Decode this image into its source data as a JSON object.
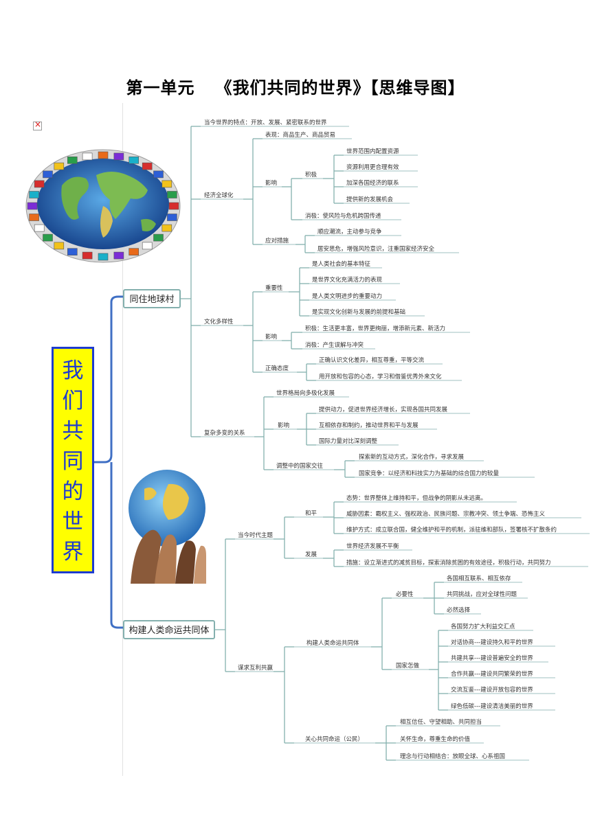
{
  "title_part1": "第一单元",
  "title_part2": "《我们共同的世界》【思维导图】",
  "broken_image_icon": "broken-image-icon",
  "central_chars": [
    "我",
    "们",
    "共",
    "同",
    "的",
    "世",
    "界"
  ],
  "colors": {
    "line": "#84b0ae",
    "underline": "#9fc2c0",
    "bracket": "#3f6fc4",
    "central_bg": "#ffff00",
    "central_text": "#1d3bd0"
  },
  "branch1": {
    "label": "同住地球村",
    "world_feature": "当今世界的特点：开放、发展、紧密联系的世界",
    "econ": {
      "label": "经济全球化",
      "biaoxian": "表现：商品生产、商品贸易",
      "yingxiang": "影响",
      "jiji": "积极",
      "jiji_items": [
        "世界范围内配置资源",
        "资源利用更合理有效",
        "加深各国经济的联系",
        "提供新的发展机会"
      ],
      "xiaoji": "消极：使风险与危机跨国传递",
      "cuoshi": "应对措施",
      "cuoshi_items": [
        "顺应潮流，主动参与竞争",
        "居安思危，增强风险意识，注重国家经济安全"
      ]
    },
    "culture": {
      "label": "文化多样性",
      "importance": "重要性",
      "importance_items": [
        "是人类社会的基本特征",
        "是世界文化充满活力的表现",
        "是人类文明进步的重要动力",
        "是实现文化创新与发展的前提和基础"
      ],
      "yingxiang": "影响",
      "yingxiang_items": [
        "积极：生活更丰富，世界更绚丽，增添新元素、新活力",
        "消极：产生误解与冲突"
      ],
      "attitude": "正确态度",
      "attitude_items": [
        "正确认识文化差异，相互尊重，平等交流",
        "用开放和包容的心态，学习和借鉴优秀外来文化"
      ]
    },
    "relations": {
      "label": "复杂多变的关系",
      "multipolar": "世界格局向多极化发展",
      "yingxiang": "影响",
      "yingxiang_items": [
        "提供动力，促进世界经济增长，实现各国共同发展",
        "互相依存和制约，推动世界和平与发展",
        "国际力量对比深刻调整"
      ],
      "adjust": "调整中的国家交往",
      "adjust_items": [
        "探索新的互动方式，深化合作，寻求发展",
        "国家竞争：以经济和科技实力为基础的综合国力的较量"
      ]
    }
  },
  "branch2": {
    "label": "构建人类命运共同体",
    "theme": {
      "label": "当今时代主题",
      "peace": "和平",
      "peace_items": [
        "态势：世界整体上维持和平，但战争的阴影从未远离。",
        "威胁因素：霸权主义、强权政治、民族问题、宗教冲突、领土争端、恐怖主义",
        "维护方式：成立联合国，健全维护和平的机制，派驻维和部队，签署核不扩散条约"
      ],
      "develop": "发展",
      "develop_items": [
        "世界经济发展不平衡",
        "措施：设立渐进式的减贫目标，探索消除贫困的有效途径，积极行动，共同努力"
      ]
    },
    "mutual": {
      "label": "谋求互利共赢",
      "build": "构建人类命运共同体",
      "necessity": "必要性",
      "necessity_items": [
        "各国相互联系、相互依存",
        "共同挑战，应对全球性问题",
        "必然选择"
      ],
      "how": "国家怎做",
      "how_items": [
        "各国努力扩大利益交汇点",
        "对话协商---建设持久和平的世界",
        "共建共享---建设普遍安全的世界",
        "合作共赢---建设共同繁荣的世界",
        "交流互鉴---建设开放包容的世界",
        "绿色低碳---建设清洁美丽的世界"
      ],
      "care": "关心共同命运（公民）",
      "care_items": [
        "相互信任、守望相助、共同担当",
        "关怀生命，尊重生命的价值",
        "理念与行动相结合：放眼全球、心系祖国"
      ]
    }
  }
}
